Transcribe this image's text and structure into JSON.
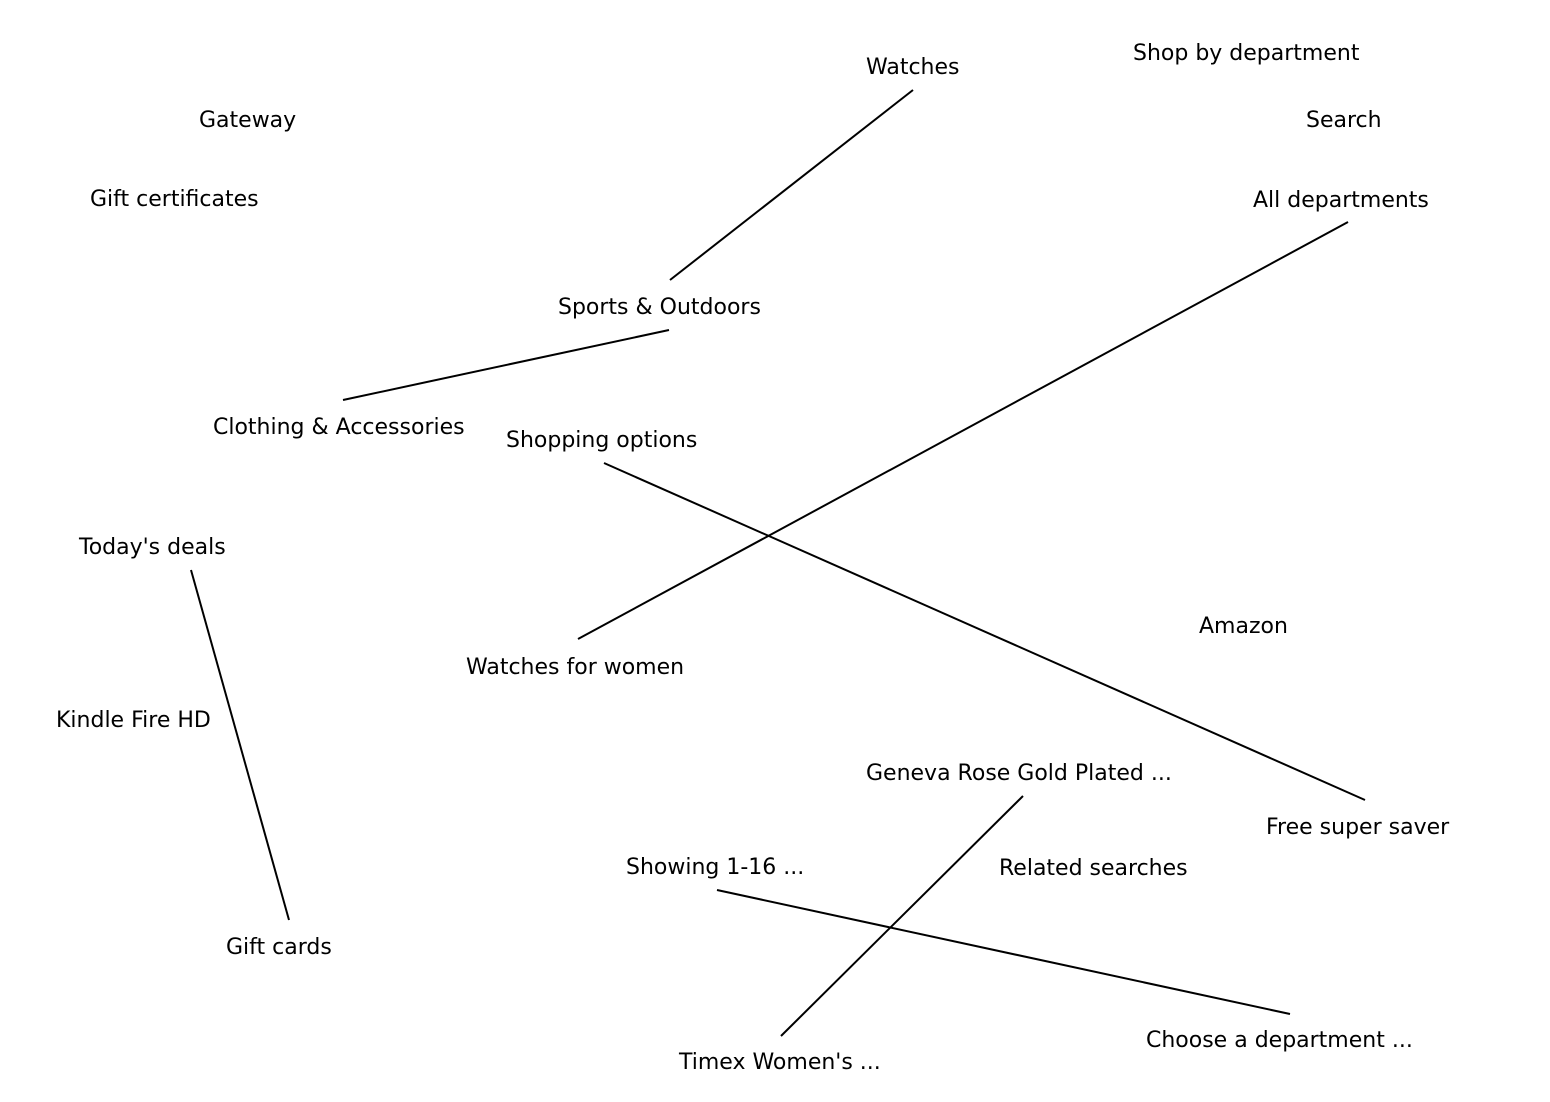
{
  "diagram": {
    "nodes": [
      {
        "id": "watches",
        "label": "Watches"
      },
      {
        "id": "shop-by-department",
        "label": "Shop by department"
      },
      {
        "id": "gateway",
        "label": "Gateway"
      },
      {
        "id": "search",
        "label": "Search"
      },
      {
        "id": "gift-certificates",
        "label": "Gift certificates"
      },
      {
        "id": "all-departments",
        "label": "All departments"
      },
      {
        "id": "sports-outdoors",
        "label": "Sports & Outdoors"
      },
      {
        "id": "clothing-accessories",
        "label": "Clothing & Accessories"
      },
      {
        "id": "shopping-options",
        "label": "Shopping options"
      },
      {
        "id": "todays-deals",
        "label": "Today's deals"
      },
      {
        "id": "amazon",
        "label": "Amazon"
      },
      {
        "id": "watches-for-women",
        "label": "Watches for women"
      },
      {
        "id": "kindle-fire-hd",
        "label": "Kindle Fire HD"
      },
      {
        "id": "geneva-rose-gold",
        "label": "Geneva Rose Gold Plated ..."
      },
      {
        "id": "free-super-saver",
        "label": "Free super saver"
      },
      {
        "id": "showing-1-16",
        "label": "Showing 1-16 ..."
      },
      {
        "id": "related-searches",
        "label": "Related searches"
      },
      {
        "id": "gift-cards",
        "label": "Gift cards"
      },
      {
        "id": "choose-a-department",
        "label": "Choose a department ..."
      },
      {
        "id": "timex-womens",
        "label": "Timex Women's ..."
      }
    ],
    "edges": [
      {
        "from": "watches",
        "to": "sports-outdoors"
      },
      {
        "from": "sports-outdoors",
        "to": "clothing-accessories"
      },
      {
        "from": "all-departments",
        "to": "watches-for-women"
      },
      {
        "from": "shopping-options",
        "to": "free-super-saver"
      },
      {
        "from": "todays-deals",
        "to": "gift-cards"
      },
      {
        "from": "geneva-rose-gold",
        "to": "timex-womens"
      },
      {
        "from": "showing-1-16",
        "to": "choose-a-department"
      }
    ]
  }
}
